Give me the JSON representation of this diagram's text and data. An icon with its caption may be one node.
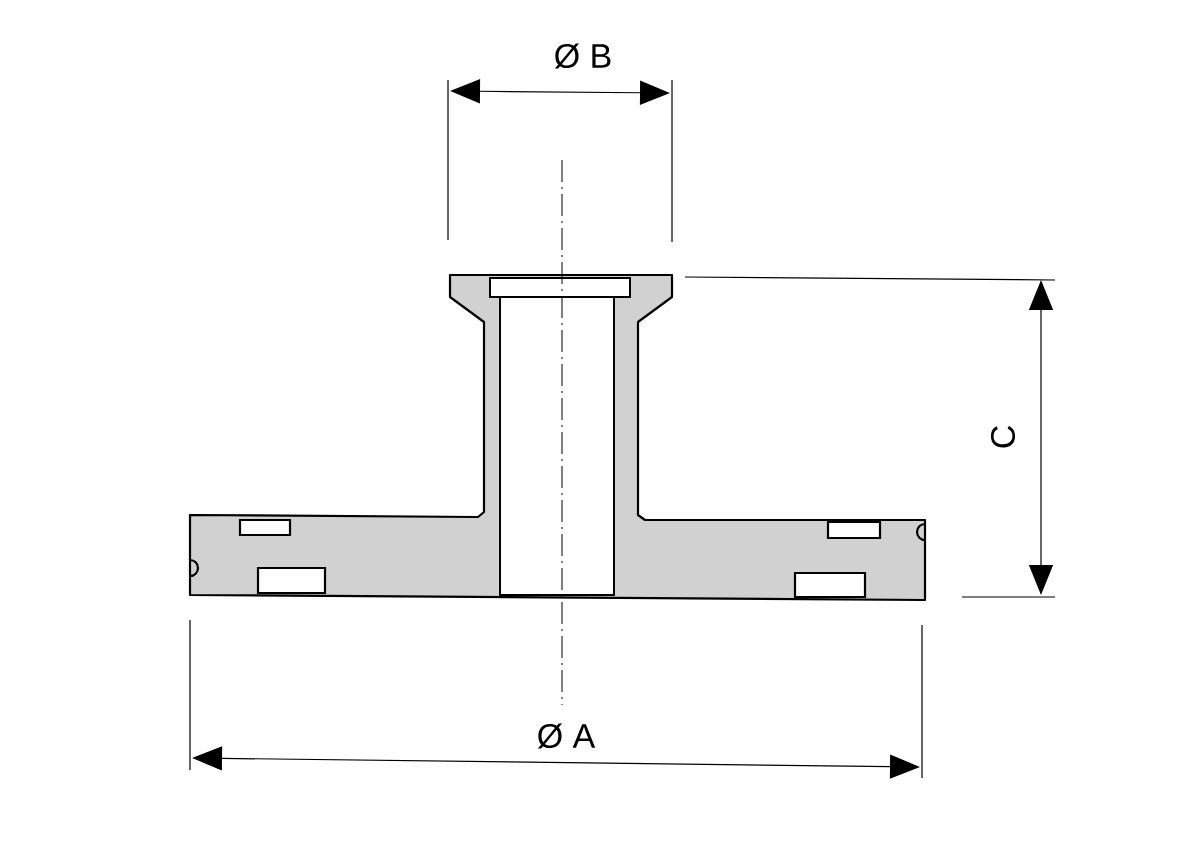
{
  "diagram": {
    "labels": [
      "Ø B",
      "C",
      "Ø A"
    ]
  }
}
